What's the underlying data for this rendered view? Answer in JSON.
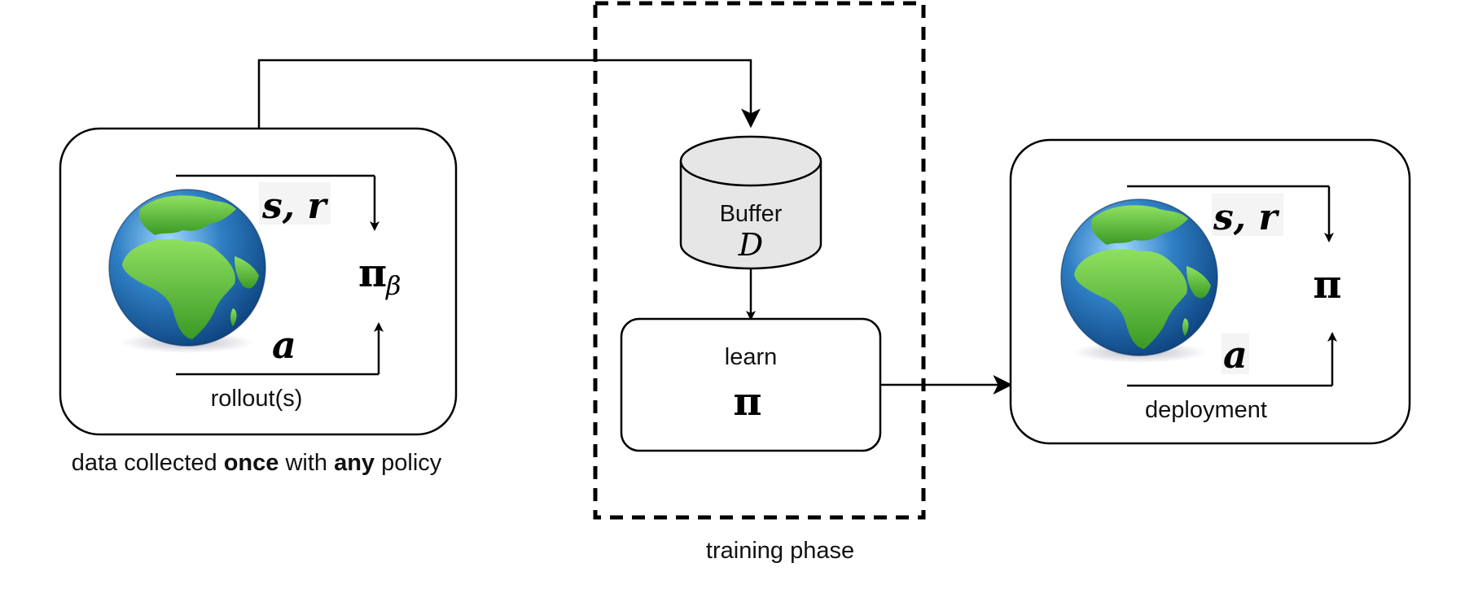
{
  "left_panel": {
    "state_reward": "s, r",
    "action": "a",
    "policy": "π",
    "policy_sub": "β",
    "rollout_label": "rollout(s)",
    "caption_pre": "data collected ",
    "caption_once": "once",
    "caption_mid": " with ",
    "caption_any": "any",
    "caption_post": " policy"
  },
  "training": {
    "buffer_label": "Buffer",
    "buffer_symbol": "D",
    "learn_label": "learn",
    "learn_policy": "π",
    "phase_label": "training phase"
  },
  "right_panel": {
    "state_reward": "s, r",
    "action": "a",
    "policy": "π",
    "deployment_label": "deployment"
  },
  "colors": {
    "ocean": "#2f7fc4",
    "land": "#5cbf3a",
    "buffer_fill": "#e6e6e6"
  },
  "icons": [
    "globe-icon",
    "database-icon"
  ]
}
